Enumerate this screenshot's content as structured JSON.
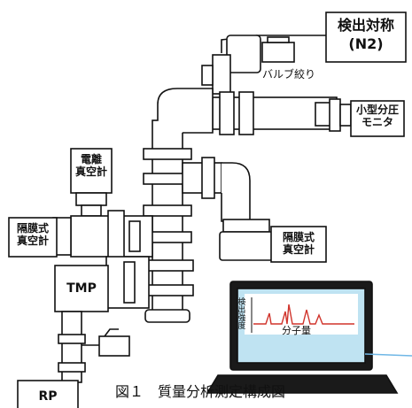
{
  "labels": {
    "target_gas_line1": "検出対称",
    "target_gas_line2": "(N2)",
    "valve": "バルブ絞り",
    "small_monitor_line1": "小型分圧",
    "small_monitor_line2": "モニタ",
    "ion_gauge_line1": "電離",
    "ion_gauge_line2": "真空計",
    "diaphragm_left_line1": "隔膜式",
    "diaphragm_left_line2": "真空計",
    "diaphragm_right_line1": "隔膜式",
    "diaphragm_right_line2": "真空計",
    "tmp": "TMP",
    "rp": "RP",
    "caption": "図１　質量分析測定構成図"
  },
  "screen": {
    "ylabel": "検出強度",
    "xlabel": "分子量",
    "trace_color": "#d0342c",
    "screen_color": "#bfe3f2"
  },
  "colors": {
    "line": "#111111",
    "cable": "#6fb7e6"
  }
}
